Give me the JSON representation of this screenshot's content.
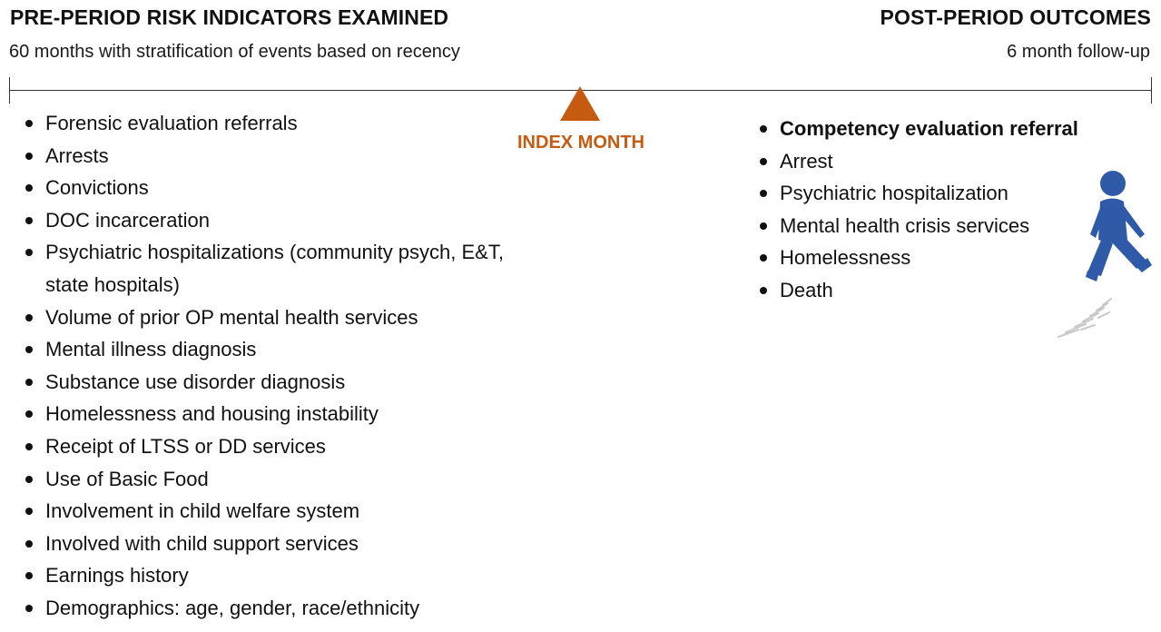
{
  "pre_period": {
    "title": "PRE-PERIOD RISK INDICATORS EXAMINED",
    "subtitle": "60 months with stratification of events based on recency",
    "items": [
      "Forensic evaluation referrals",
      "Arrests",
      "Convictions",
      "DOC incarceration",
      "Psychiatric hospitalizations (community psych, E&T, state hospitals)",
      "Volume of prior OP mental health services",
      "Mental illness diagnosis",
      "Substance use disorder diagnosis",
      "Homelessness and housing instability",
      "Receipt of LTSS or DD services",
      "Use of Basic Food",
      "Involvement in child welfare system",
      "Involved with child support services",
      "Earnings history",
      "Demographics: age, gender, race/ethnicity"
    ]
  },
  "index": {
    "label": "INDEX MONTH",
    "color": "#c55a11"
  },
  "post_period": {
    "title": "POST-PERIOD OUTCOMES",
    "subtitle": "6 month follow-up",
    "items": [
      "Competency evaluation referral",
      "Arrest",
      "Psychiatric hospitalization",
      "Mental health crisis services",
      "Homelessness",
      "Death"
    ]
  },
  "colors": {
    "person": "#2e5aa8",
    "timeline": "#333333"
  }
}
